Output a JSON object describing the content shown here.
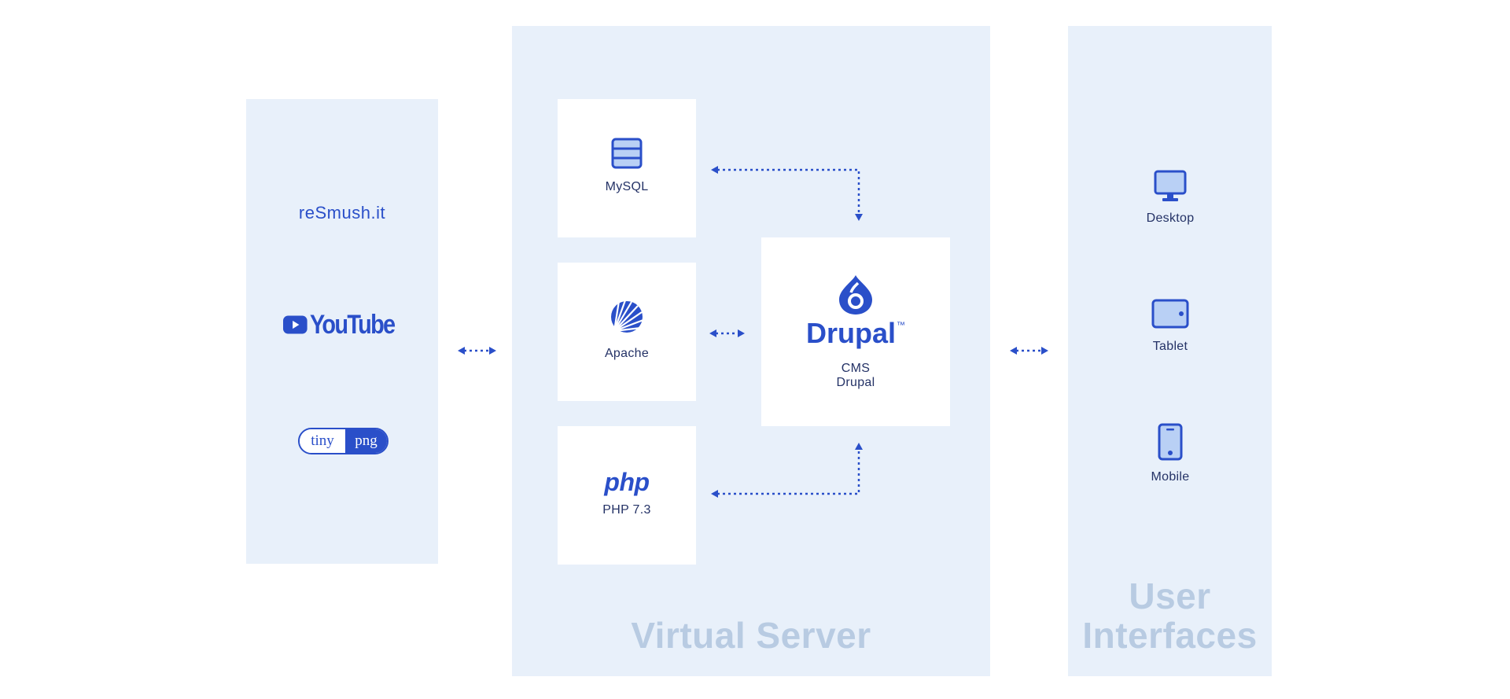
{
  "external_services": {
    "resmush": "reSmush.it",
    "youtube": "YouTube",
    "tinypng_left": "tiny",
    "tinypng_right": "png"
  },
  "virtual_server": {
    "title": "Virtual Server",
    "mysql": "MySQL",
    "apache": "Apache",
    "php_logo": "php",
    "php": "PHP 7.3",
    "drupal_logo": "Drupal",
    "drupal_tm": "™",
    "cms_line1": "CMS",
    "cms_line2": "Drupal"
  },
  "user_interfaces": {
    "title_line1": "User",
    "title_line2": "Interfaces",
    "desktop": "Desktop",
    "tablet": "Tablet",
    "mobile": "Mobile"
  },
  "colors": {
    "accent": "#2a4fc9",
    "panel": "#e8f0fa",
    "title": "#b8cbe2"
  }
}
